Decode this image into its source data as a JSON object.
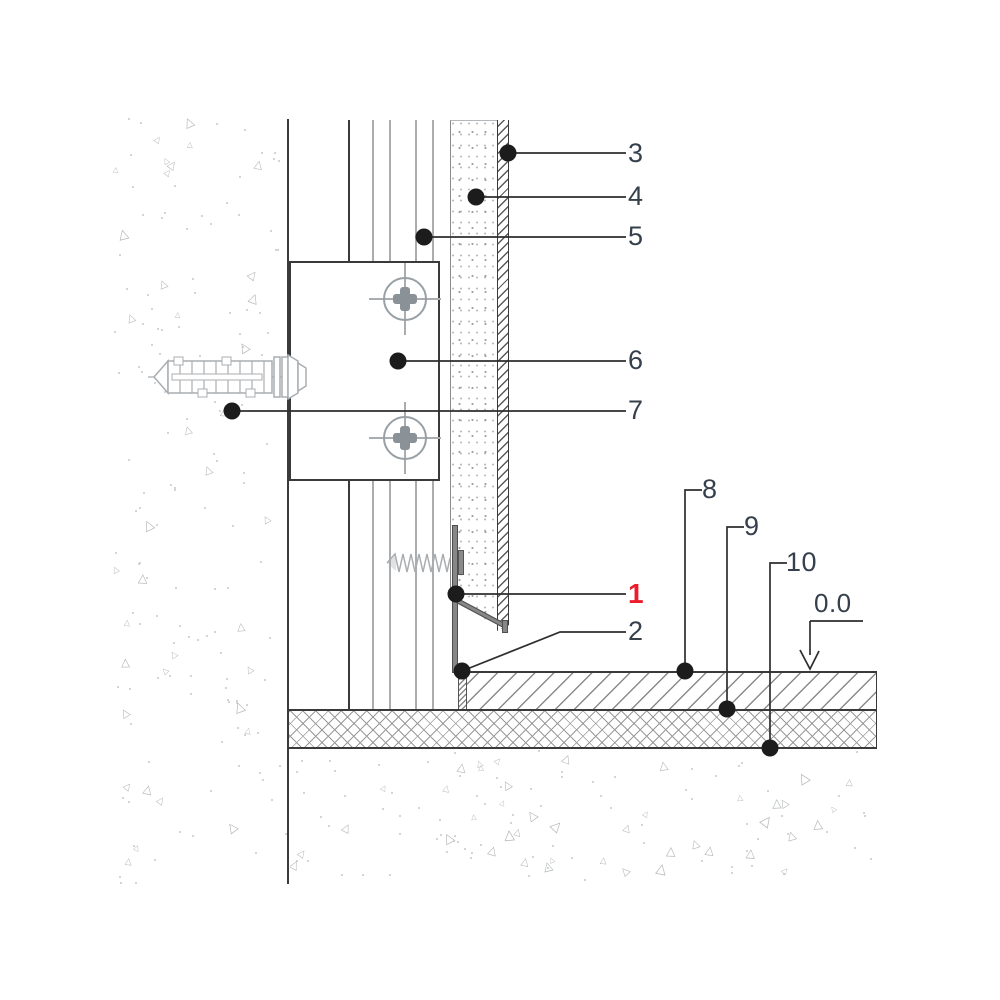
{
  "drawing": {
    "callouts": [
      {
        "id": "callout-1",
        "label": "1",
        "emphasis": true
      },
      {
        "id": "callout-2",
        "label": "2",
        "emphasis": false
      },
      {
        "id": "callout-3",
        "label": "3",
        "emphasis": false
      },
      {
        "id": "callout-4",
        "label": "4",
        "emphasis": false
      },
      {
        "id": "callout-5",
        "label": "5",
        "emphasis": false
      },
      {
        "id": "callout-6",
        "label": "6",
        "emphasis": false
      },
      {
        "id": "callout-7",
        "label": "7",
        "emphasis": false
      },
      {
        "id": "callout-8",
        "label": "8",
        "emphasis": false
      },
      {
        "id": "callout-9",
        "label": "9",
        "emphasis": false
      },
      {
        "id": "callout-10",
        "label": "10",
        "emphasis": false
      },
      {
        "id": "level-mark",
        "label": "0.0",
        "emphasis": false
      }
    ],
    "colors": {
      "label": "#36404d",
      "label_emphasis": "#ec1c2c",
      "line_dark": "#3a3a3a",
      "line_light": "#a9adb0",
      "leader": "#2e2e2e",
      "dot": "#1c1c1c",
      "profile_gray": "#878787",
      "texture_gray": "#b4b8ba"
    },
    "texture": {
      "triangle_glyph": "△",
      "wall_triangles": 38,
      "wall_dots": 130,
      "ground_triangles": 42,
      "ground_dots": 80
    }
  }
}
